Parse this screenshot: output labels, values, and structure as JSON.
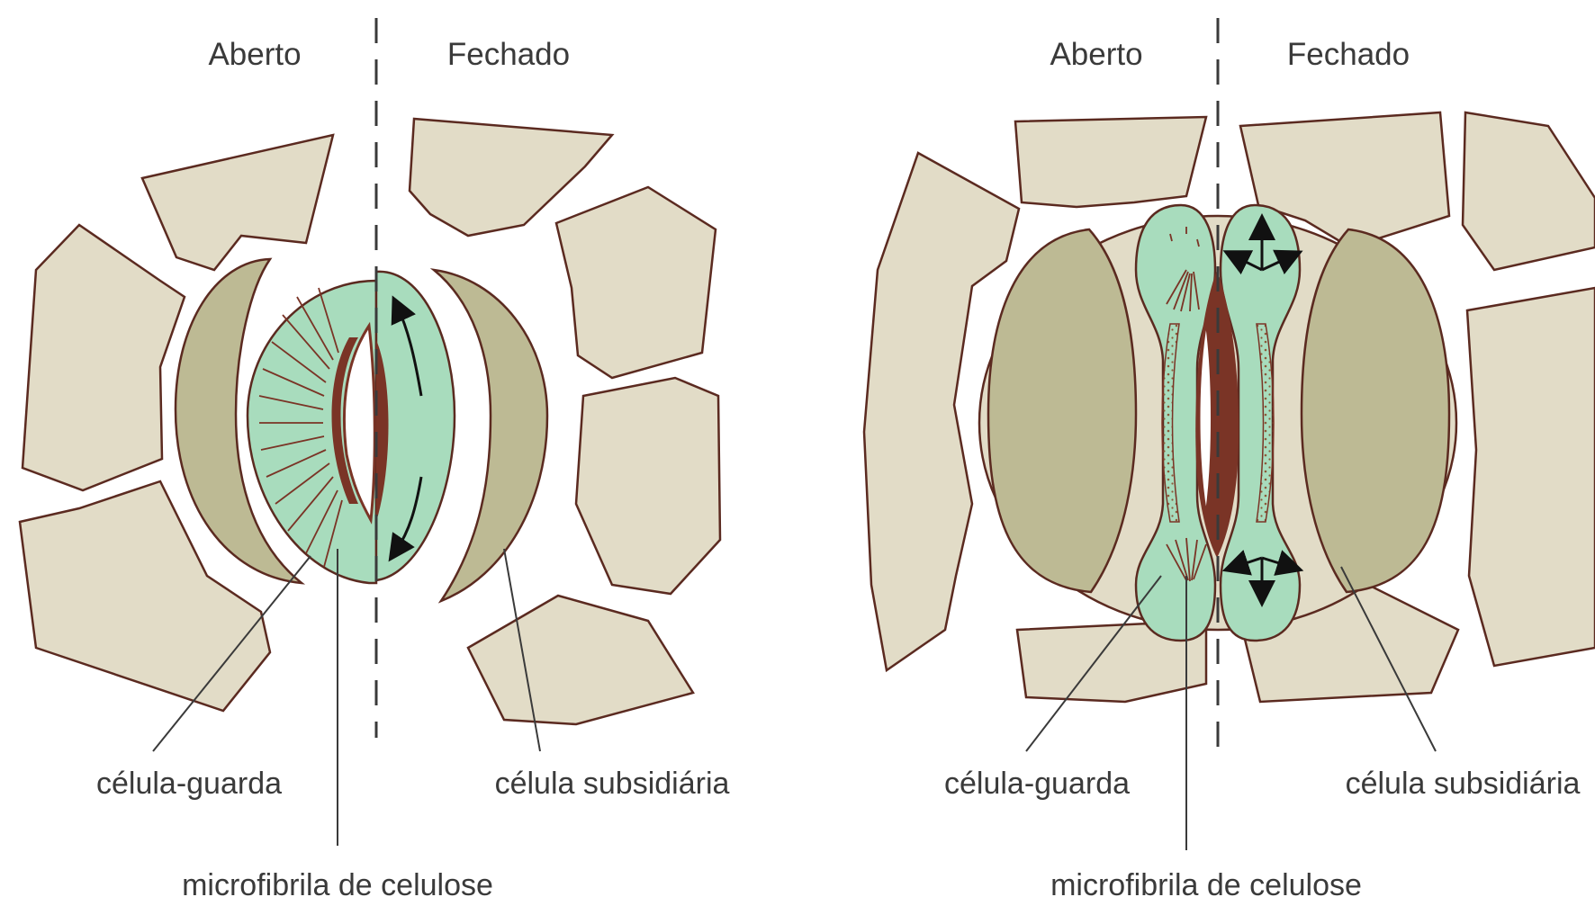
{
  "colors": {
    "background": "#ffffff",
    "epidermal_cell": "#e2dcc7",
    "subsidiary_cell": "#bdba94",
    "guard_cell": "#a8dcbd",
    "wall_dark": "#6b2c22",
    "thickened_wall": "#7a3426",
    "outline": "#5b2a20",
    "label_text": "#3a3a3a",
    "leader_line": "#3a3a3a"
  },
  "left_panel": {
    "label_open": "Aberto",
    "label_closed": "Fechado",
    "label_guard_cell": "célula-guarda",
    "label_subsidiary_cell": "célula subsidiária",
    "label_microfibril": "microfibrila de celulose"
  },
  "right_panel": {
    "label_open": "Aberto",
    "label_closed": "Fechado",
    "label_guard_cell": "célula-guarda",
    "label_subsidiary_cell": "célula subsidiária",
    "label_microfibril": "microfibrila de celulose"
  },
  "icons": [
    "arrow-up-icon",
    "arrow-down-icon",
    "expand-arrows-icon"
  ]
}
